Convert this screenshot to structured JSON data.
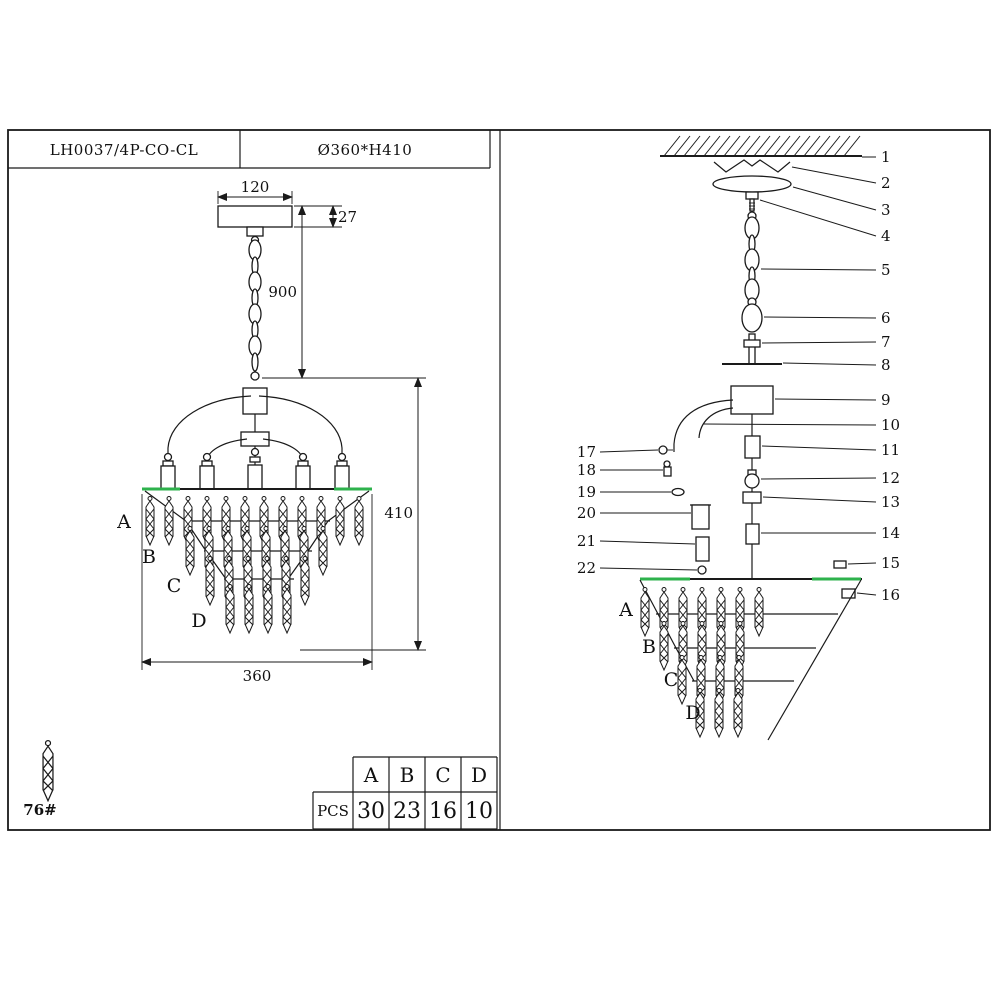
{
  "header": {
    "model": "LH0037/4P-CO-CL",
    "size": "Ø360*H410"
  },
  "left_view": {
    "dims": {
      "canopy_width": "120",
      "canopy_height": "27",
      "chain_length": "900",
      "body_height": "410",
      "diameter": "360"
    },
    "tier_labels": [
      "A",
      "B",
      "C",
      "D"
    ]
  },
  "right_view": {
    "part_numbers_right": [
      "1",
      "2",
      "3",
      "4",
      "5",
      "6",
      "7",
      "8",
      "9",
      "10",
      "11",
      "12",
      "13",
      "14",
      "15",
      "16"
    ],
    "part_numbers_left": [
      "17",
      "18",
      "19",
      "20",
      "21",
      "22"
    ],
    "tier_labels": [
      "A",
      "B",
      "C",
      "D"
    ]
  },
  "crystal_detail": {
    "label": "76#"
  },
  "table": {
    "row_label": "PCS",
    "columns": [
      "A",
      "B",
      "C",
      "D"
    ],
    "values": [
      "30",
      "23",
      "16",
      "10"
    ]
  },
  "colors": {
    "line": "#1a1a1a",
    "accent_green": "#2eb24c"
  }
}
